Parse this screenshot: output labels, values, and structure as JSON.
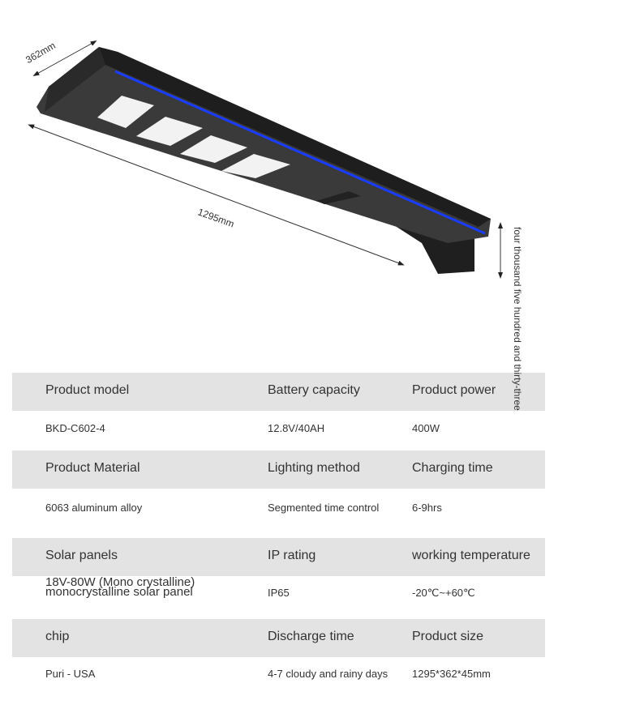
{
  "dimensions": {
    "width": "362mm",
    "length": "1295mm",
    "height": "four thousand five hundred and thirty-three"
  },
  "colors": {
    "header_bg": "#e3e3e3",
    "accent_strip": "#1a3cff",
    "body": "#2b2b2b"
  },
  "specs": [
    {
      "labels": [
        "Product model",
        "Battery capacity",
        "Product power"
      ],
      "values": [
        "BKD-C602-4",
        "12.8V/40AH",
        "400W"
      ]
    },
    {
      "labels": [
        "Product Material",
        "Lighting method",
        "Charging time"
      ],
      "values": [
        "6063 aluminum alloy",
        "Segmented time control",
        "6-9hrs"
      ]
    },
    {
      "labels": [
        "Solar panels",
        "IP rating",
        "working temperature"
      ],
      "values": [
        "18V-80W (Mono crystalline) monocrystalline solar panel",
        "IP65",
        "-20℃~+60℃"
      ]
    },
    {
      "labels": [
        "chip",
        "Discharge time",
        "Product size"
      ],
      "values": [
        "Puri - USA",
        "4-7 cloudy and rainy days",
        "1295*362*45mm"
      ]
    }
  ]
}
